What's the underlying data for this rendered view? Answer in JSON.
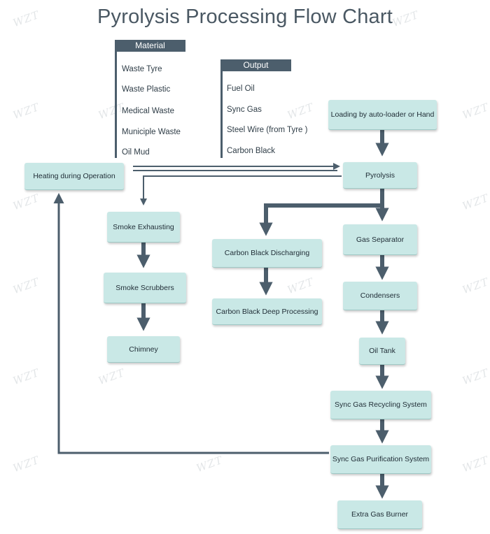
{
  "title": "Pyrolysis Processing Flow Chart",
  "watermark": "WZT",
  "legend": {
    "material": {
      "heading": "Material",
      "items": [
        "Waste Tyre",
        "Waste Plastic",
        "Medical Waste",
        "Municiple Waste",
        "Oil Mud"
      ]
    },
    "output": {
      "heading": "Output",
      "items": [
        "Fuel Oil",
        "Sync Gas",
        "Steel Wire (from Tyre )",
        "Carbon Black"
      ]
    }
  },
  "nodes": {
    "heating": "Heating during Operation",
    "loading": "Loading by auto-loader or Hand",
    "pyrolysis": "Pyrolysis",
    "smoke_exhausting": "Smoke Exhausting",
    "smoke_scrubbers": "Smoke Scrubbers",
    "chimney": "Chimney",
    "carbon_black_discharging": "Carbon Black Discharging",
    "carbon_black_deep": "Carbon Black Deep Processing",
    "gas_separator": "Gas Separator",
    "condensers": "Condensers",
    "oil_tank": "Oil Tank",
    "sync_gas_recycling": "Sync Gas Recycling System",
    "sync_gas_purification": "Sync Gas Purification System",
    "extra_gas_burner": "Extra Gas Burner"
  },
  "colors": {
    "node_fill": "#c9e8e6",
    "arrow": "#4c5e6c",
    "legend_header": "#4c5e6c"
  }
}
